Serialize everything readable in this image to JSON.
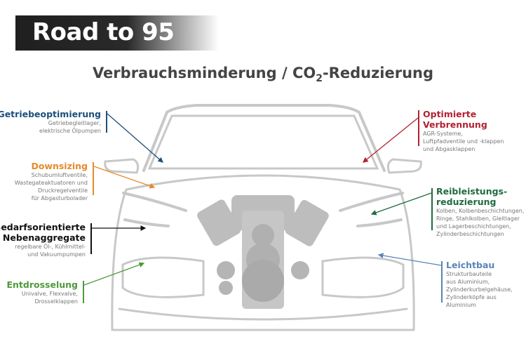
{
  "banner": {
    "title": "Road to 95"
  },
  "subtitle": {
    "main": "Verbrauchsminderung / CO",
    "sub": "2",
    "rest": "-Reduzierung"
  },
  "callouts": [
    {
      "title": "Getriebeoptimierung",
      "text": "Getriebegleitlager,\nelektrische Ölpumpen",
      "color": "#1d4f7c"
    },
    {
      "title": "Downsizing",
      "text": "Schubumluftventile,\nWastegateaktuatoren und\nDruckregelventile\nfür Abgasturbolader",
      "color": "#e58a2c"
    },
    {
      "title": "Bedarfsorientierte\nNebenaggregate",
      "text": "regelbare Öl-, Kühlmittel-\nund Vakuumpumpen",
      "color": "#111111"
    },
    {
      "title": "Entdrosselung",
      "text": "Univalve, Flexvalve,\nDrosselklappen",
      "color": "#4e9a3a"
    },
    {
      "title": "Optimierte\nVerbrennung",
      "text": "AGR-Systeme,\nLuftpfadventile und -klappen\nund Abgasklappen",
      "color": "#b22230"
    },
    {
      "title": "Reibleistungs-\nreduzierung",
      "text": "Kolben, Kolbenbeschichtungen,\nRinge, Stahlkolben, Gleitlager\nund Lagerbeschichtungen,\nZylinderbeschichtungen",
      "color": "#1e6b3f"
    },
    {
      "title": "Leichtbau",
      "text": "Strukturbauteile\naus Aluminium,\nZylinderkurbelgehäuse,\nZylinderköpfe aus\nAluminium",
      "color": "#5b84b8"
    }
  ]
}
